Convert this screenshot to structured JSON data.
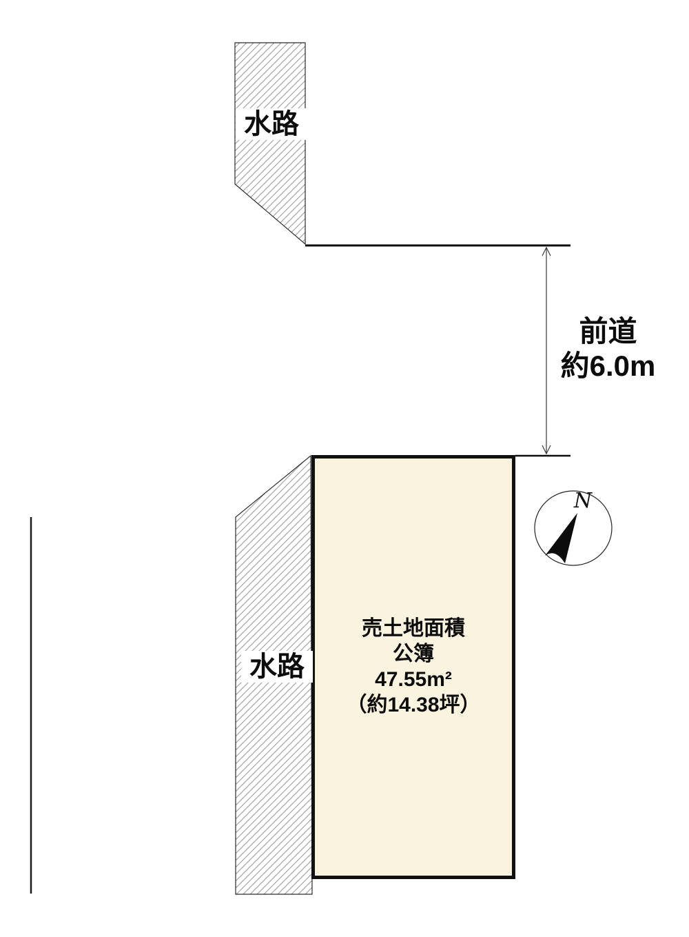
{
  "diagram": {
    "waterways": {
      "top_label": "水路",
      "left_label": "水路"
    },
    "road": {
      "name_line": "前道",
      "width_line": "約6.0m"
    },
    "plot": {
      "title_line": "売土地面積",
      "register_line": "公簿",
      "area_sqm": "47.55m²",
      "area_tsubo": "（約14.38坪）"
    },
    "compass": {
      "north_label": "N"
    },
    "colors": {
      "plot_fill": "#FAF3E0",
      "plot_border": "#111111",
      "hatch_line": "#9C9C9C",
      "outline": "#2A2A2A",
      "dimension_line": "#3A3A3A"
    }
  }
}
